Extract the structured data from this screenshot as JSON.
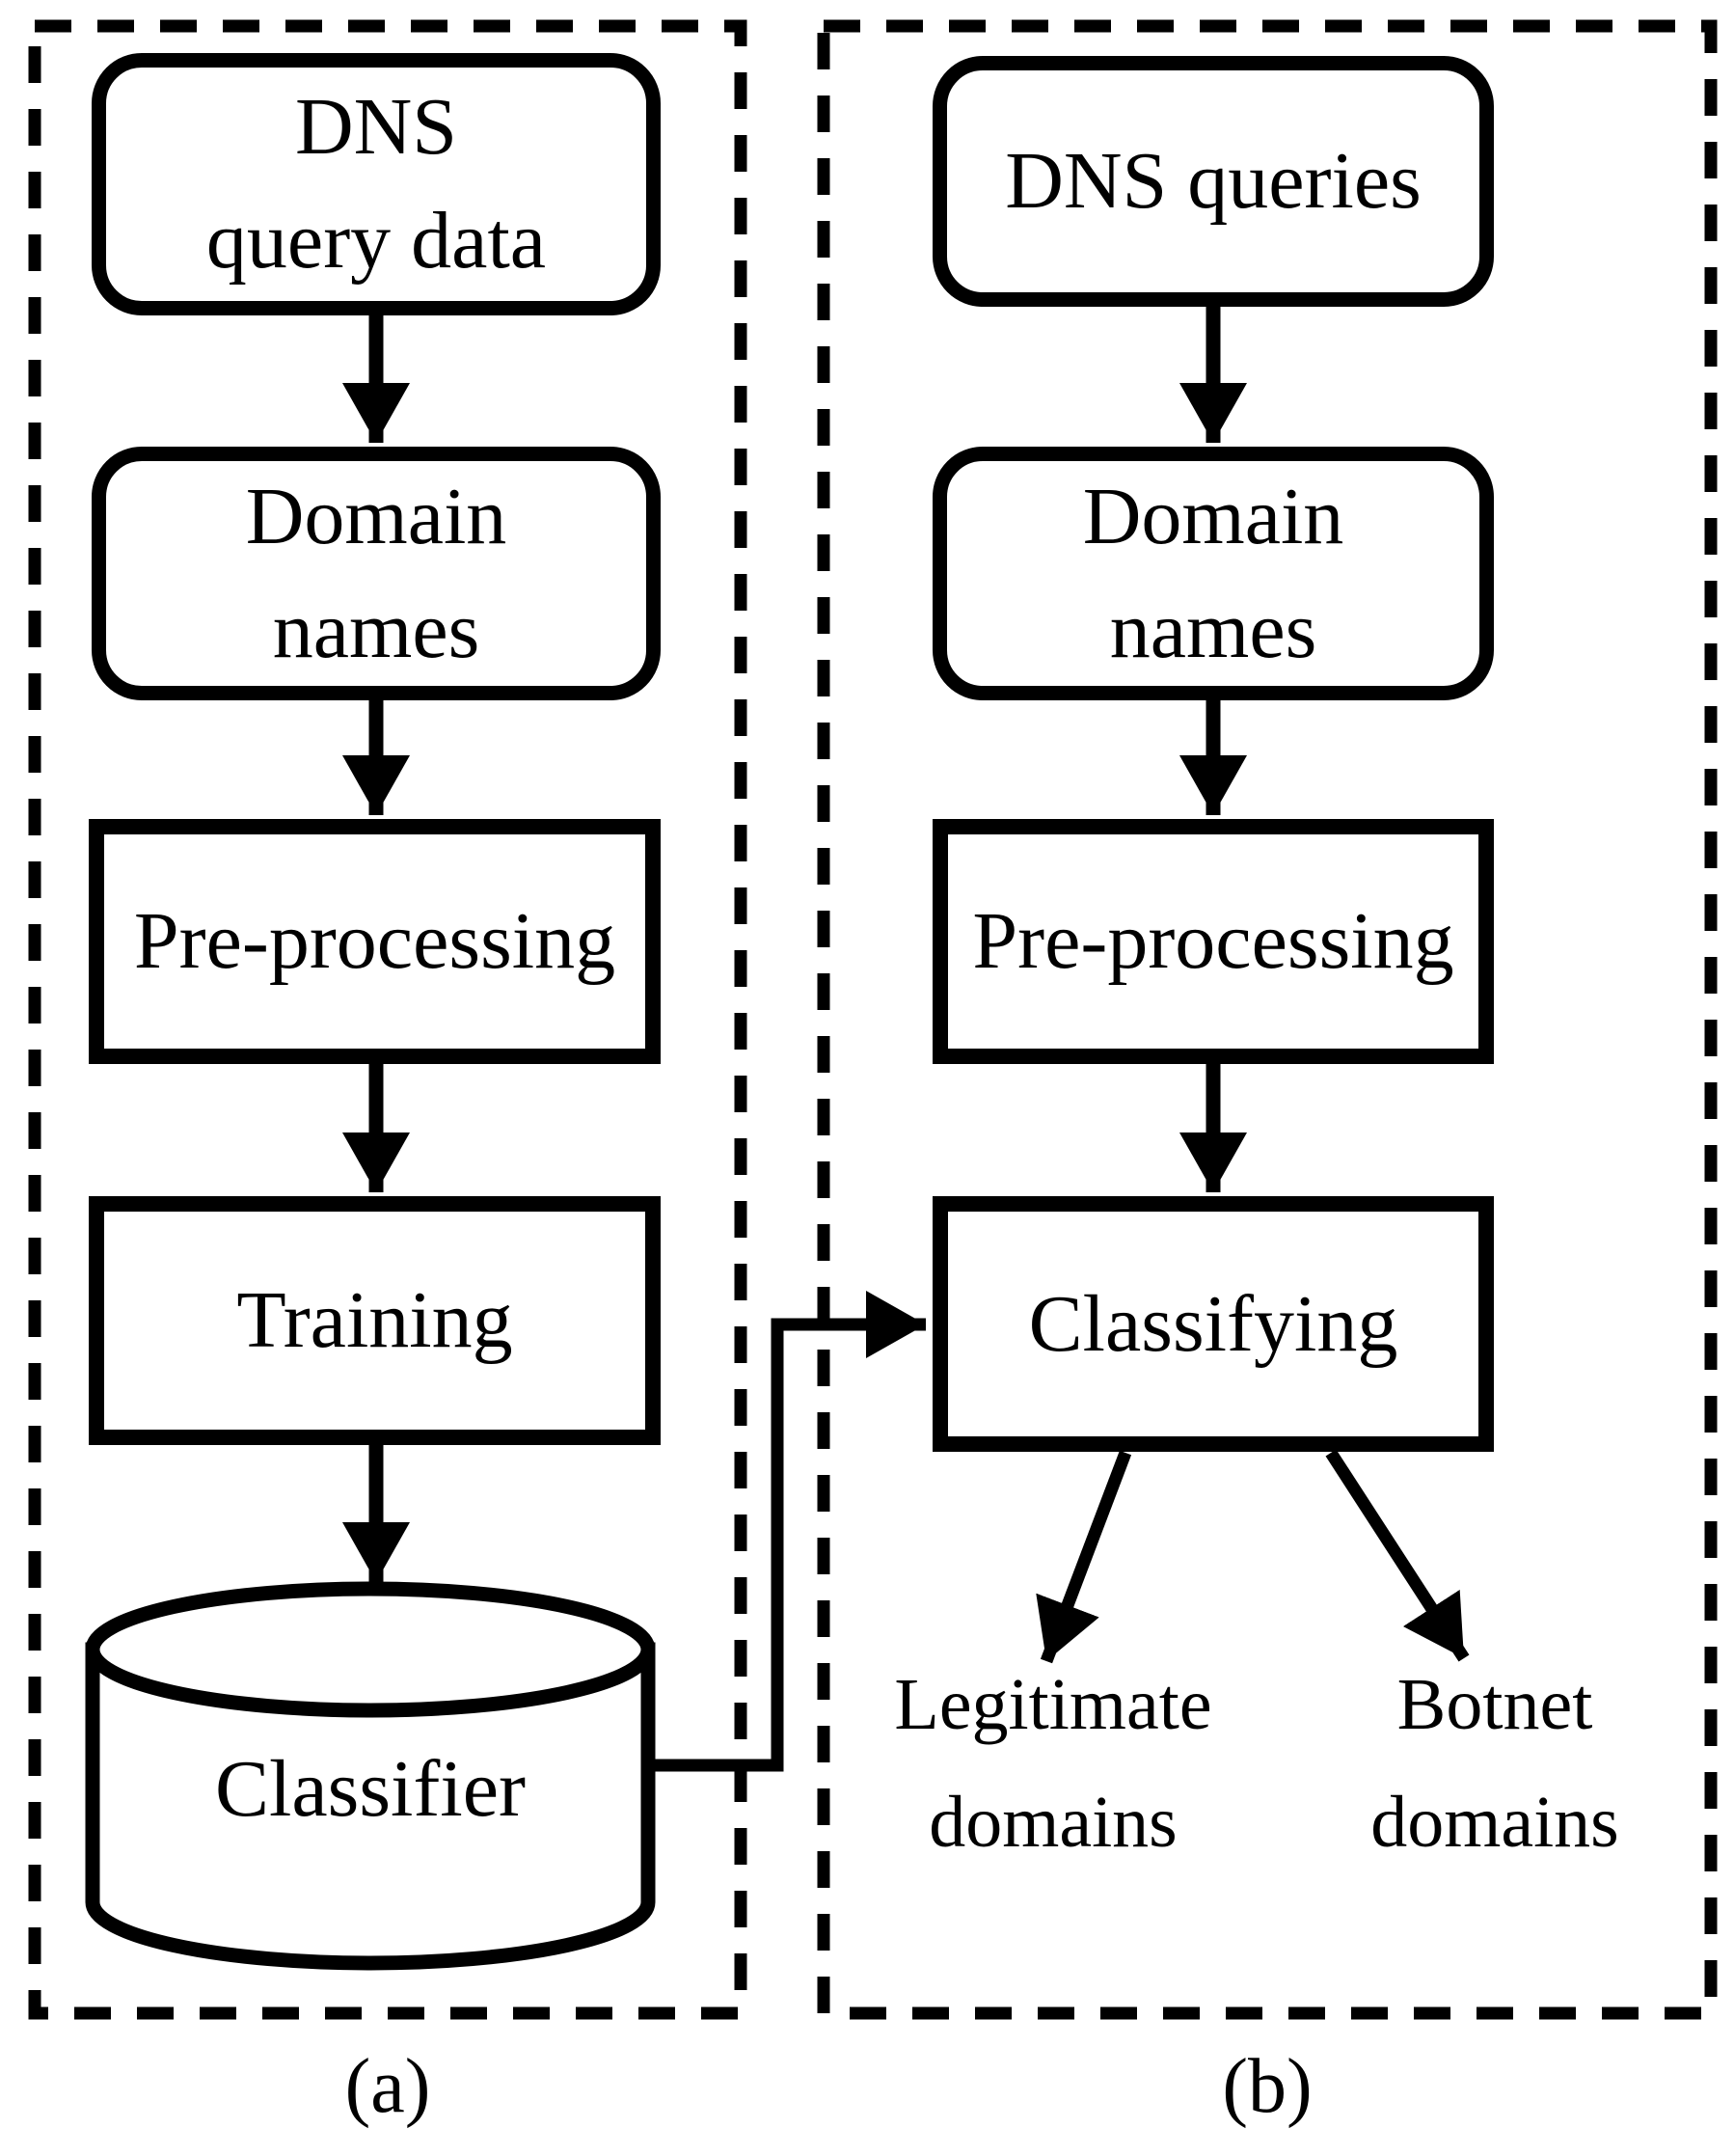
{
  "figure": {
    "background": "#ffffff",
    "line_color": "#000000",
    "panels": [
      {
        "id": "a",
        "caption": "(a)",
        "nodes": {
          "dns_query_data": "DNS\nquery data",
          "domain_names": "Domain\nnames",
          "pre_processing": "Pre-processing",
          "training": "Training",
          "classifier": "Classifier"
        }
      },
      {
        "id": "b",
        "caption": "(b)",
        "nodes": {
          "dns_queries": "DNS queries",
          "domain_names": "Domain\nnames",
          "pre_processing": "Pre-processing",
          "classifying": "Classifying"
        },
        "outputs": {
          "legitimate_domains": "Legitimate\ndomains",
          "botnet_domains": "Botnet\ndomains"
        }
      }
    ]
  }
}
